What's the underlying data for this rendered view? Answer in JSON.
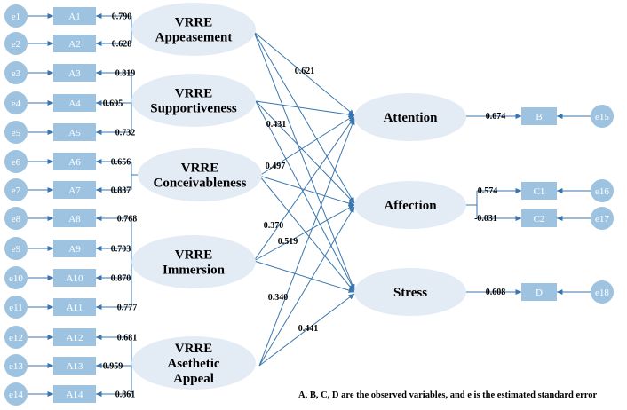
{
  "errors": [
    "e1",
    "e2",
    "e3",
    "e4",
    "e5",
    "e6",
    "e7",
    "e8",
    "e9",
    "e10",
    "e11",
    "e12",
    "e13",
    "e14",
    "e15",
    "e16",
    "e17",
    "e18"
  ],
  "indicators": [
    "A1",
    "A2",
    "A3",
    "A4",
    "A5",
    "A6",
    "A7",
    "A8",
    "A9",
    "A10",
    "A11",
    "A12",
    "A13",
    "A14"
  ],
  "loadings": [
    "0.790",
    "0.628",
    "0.819",
    "0.695",
    "0.732",
    "0.656",
    "0.837",
    "0.768",
    "0.703",
    "0.870",
    "0.777",
    "0.681",
    "0.959",
    "0.861"
  ],
  "latents": [
    {
      "lines": [
        "VRRE",
        "Appeasement"
      ]
    },
    {
      "lines": [
        "VRRE",
        "Supportiveness"
      ]
    },
    {
      "lines": [
        "VRRE",
        "Conceivableness"
      ]
    },
    {
      "lines": [
        "VRRE",
        "Immersion"
      ]
    },
    {
      "lines": [
        "VRRE",
        "Asethetic",
        "Appeal"
      ]
    }
  ],
  "outcomes": [
    "Attention",
    "Affection",
    "Stress"
  ],
  "outcome_indicators": [
    "B",
    "C1",
    "C2",
    "D"
  ],
  "outcome_loadings": [
    "0.674",
    "0.574",
    "-0.031",
    "0.608"
  ],
  "path_coefficients": [
    "0.621",
    "0.431",
    "0.497",
    "0.370",
    "0.519",
    "0.340",
    "0.441"
  ],
  "footnote": "A, B, C, D are the observed variables, and e is the estimated standard error",
  "colors": {
    "node_fill": "#9ec3e0",
    "latent_fill": "#e3ebf5",
    "edge": "#3a76ad"
  }
}
